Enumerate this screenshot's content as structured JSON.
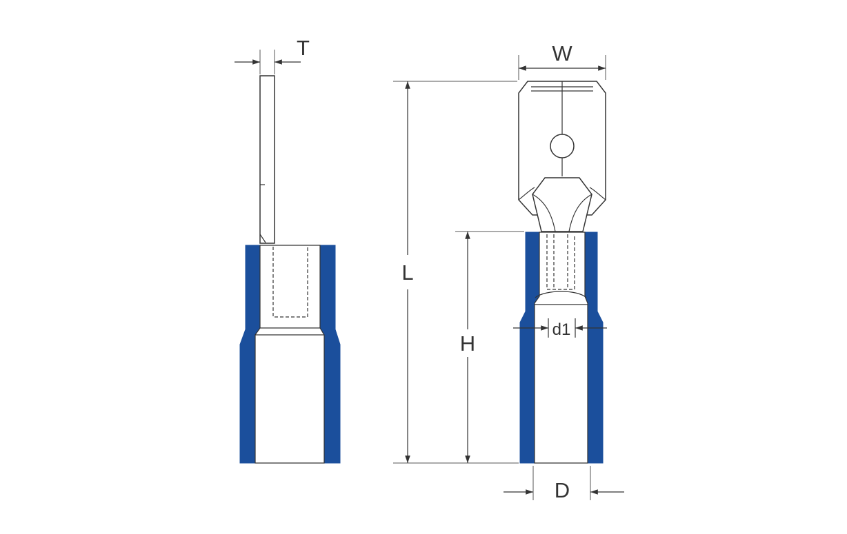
{
  "diagram": {
    "colors": {
      "insulation": "#1b4f9c",
      "outline": "#333333",
      "background": "#ffffff"
    },
    "dimension_labels": {
      "thickness": "T",
      "width": "W",
      "length": "L",
      "height": "H",
      "inner_diameter": "d1",
      "outer_diameter": "D"
    }
  }
}
